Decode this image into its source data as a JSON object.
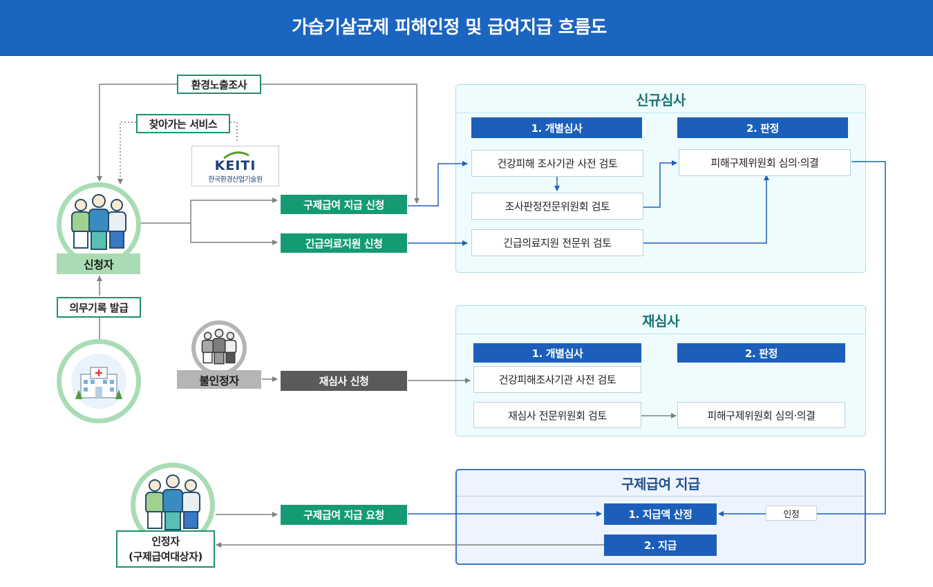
{
  "title": "가습기살균제 피해인정 및 급여지급 흐름도",
  "left": {
    "env_exposure": "환경노출조사",
    "visiting_service": "찾아가는 서비스",
    "keiti_logo": "KEITI",
    "keiti_name": "한국환경산업기술원",
    "applicant": "신청자",
    "medical_record": "의무기록 발급",
    "not_recognized": "불인정자",
    "recognized_line1": "인정자",
    "recognized_line2": "(구제급여대상자)"
  },
  "actions": {
    "relief_apply": "구제급여 지급 신청",
    "emergency_apply": "긴급의료지원 신청",
    "reexam_apply": "재심사 신청",
    "payment_request": "구제급여 지급 요청"
  },
  "new_review": {
    "title": "신규심사",
    "step1": "1. 개별심사",
    "step2": "2. 판정",
    "pre_review": "건강피해 조사기관 사전 검토",
    "judge_committee": "조사판정전문위원회 검토",
    "emergency_review": "긴급의료지원 전문위 검토",
    "relief_committee": "피해구제위원회 심의·의결"
  },
  "re_review": {
    "title": "재심사",
    "step1": "1. 개별심사",
    "step2": "2. 판정",
    "pre_review": "건강피해조사기관 사전 검토",
    "expert_review": "재심사 전문위원회 검토",
    "relief_committee": "피해구제위원회 심의·의결"
  },
  "payment": {
    "title": "구제급여 지급",
    "step1": "1. 지급액 산정",
    "step2": "2. 지급",
    "recognized_tag": "인정"
  },
  "colors": {
    "header": "#1a65c0",
    "green": "#159a74",
    "blue": "#1b5fba",
    "teal_panel": "#effcfd",
    "gray_button": "#5a5a5a"
  }
}
